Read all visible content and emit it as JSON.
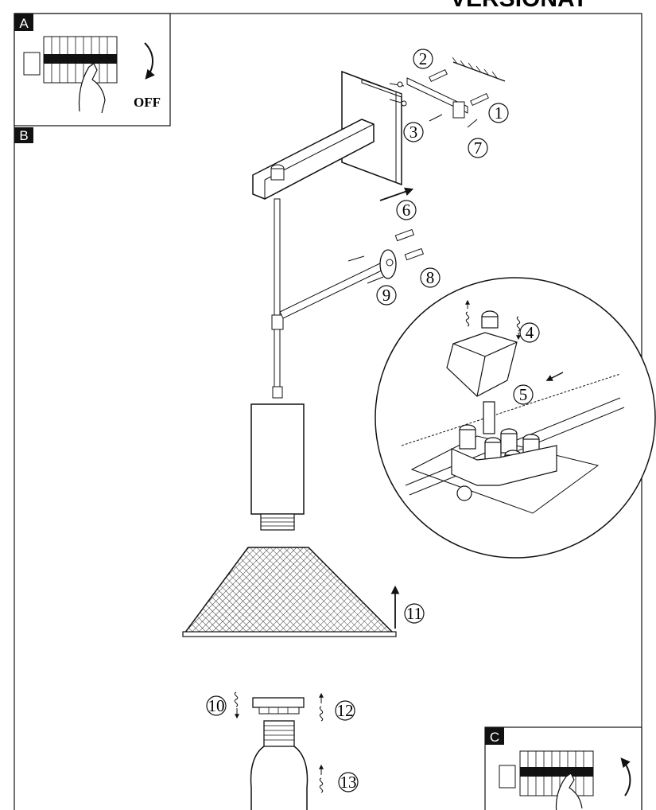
{
  "header": {
    "title": "VERSIONAT"
  },
  "panels": {
    "a": {
      "label": "A",
      "text": "OFF"
    },
    "b": {
      "label": "B"
    },
    "c": {
      "label": "C"
    }
  },
  "callouts": [
    "1",
    "2",
    "3",
    "4",
    "5",
    "6",
    "7",
    "8",
    "9",
    "10",
    "11",
    "12",
    "13"
  ]
}
